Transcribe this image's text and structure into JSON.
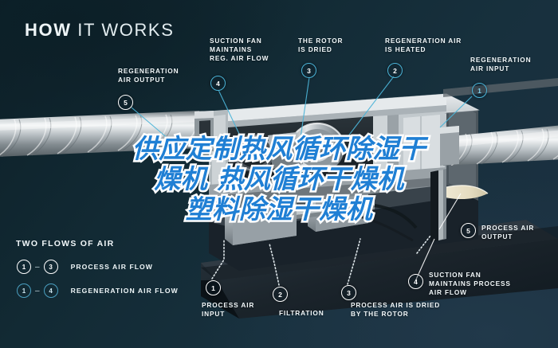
{
  "header": {
    "title_bold": "HOW",
    "title_light": "IT WORKS"
  },
  "callouts": [
    {
      "id": "regeneration-air-output",
      "number": "5",
      "label": "REGENERATION\nAIR OUTPUT",
      "ring": "white"
    },
    {
      "id": "suction-fan-reg",
      "number": "4",
      "label": "SUCTION FAN\nMAINTAINS\nREG. AIR FLOW",
      "ring": "cyan"
    },
    {
      "id": "rotor-is-dried",
      "number": "3",
      "label": "THE ROTOR\nIS DRIED",
      "ring": "cyan"
    },
    {
      "id": "regeneration-air-heated",
      "number": "2",
      "label": "REGENERATION AIR\nIS HEATED",
      "ring": "cyan"
    },
    {
      "id": "regeneration-air-input",
      "number": "1",
      "label": "REGENERATION\nAIR INPUT",
      "ring": "cyan-text"
    },
    {
      "id": "process-air-output",
      "number": "5",
      "label": "PROCESS AIR\nOUTPUT",
      "ring": "white"
    },
    {
      "id": "suction-fan-process",
      "number": "4",
      "label": "SUCTION FAN\nMAINTAINS PROCESS\nAIR FLOW",
      "ring": "white"
    },
    {
      "id": "process-air-input",
      "number": "1",
      "label": "PROCESS AIR\nINPUT",
      "ring": "white"
    },
    {
      "id": "filtration",
      "number": "2",
      "label": "FILTRATION",
      "ring": "white"
    },
    {
      "id": "process-air-dried-rotor",
      "number": "3",
      "label": "PROCESS AIR IS DRIED\nBY THE ROTOR",
      "ring": "white"
    }
  ],
  "legend": {
    "title": "TWO FLOWS OF AIR",
    "rows": [
      {
        "from": "1",
        "dash": "–",
        "to": "3",
        "label": "PROCESS AIR FLOW",
        "style": "white"
      },
      {
        "from": "1",
        "dash": "–",
        "to": "4",
        "label": "REGENERATION AIR FLOW",
        "style": "cyan"
      }
    ]
  },
  "overlay": {
    "line1": "供应定制热风循环除湿干",
    "line2": "燥机 热风循环干燥机",
    "line3": "塑料除湿干燥机"
  },
  "colors": {
    "background_dark": "#0d2028",
    "background_light": "#1d3142",
    "accent_cyan": "#4bb4d8",
    "overlay_blue": "#1f7fd4",
    "text_white": "#f2f8fa"
  }
}
